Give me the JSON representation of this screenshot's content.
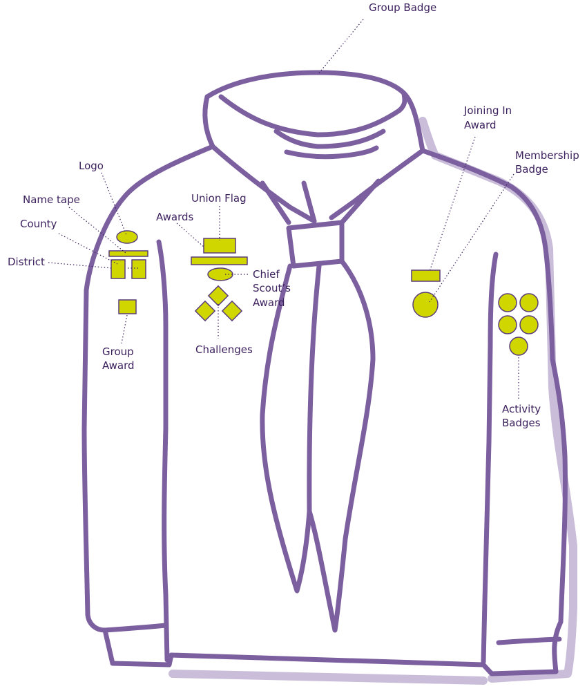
{
  "labels": {
    "group_badge": "Group Badge",
    "joining_in_1": "Joining In",
    "joining_in_2": "Award",
    "membership_1": "Membership",
    "membership_2": "Badge",
    "logo": "Logo",
    "name_tape": "Name tape",
    "county": "County",
    "district": "District",
    "union_flag": "Union Flag",
    "awards": "Awards",
    "chief_1": "Chief",
    "chief_2": "Scout’s",
    "chief_3": "Award",
    "challenges": "Challenges",
    "group_award_1": "Group",
    "group_award_2": "Award",
    "activity_1": "Activity",
    "activity_2": "Badges"
  },
  "colors": {
    "outline": "#7b5f9e",
    "shadow": "#c9bdd9",
    "badge_fill": "#cfd600",
    "text": "#3a1f5c"
  }
}
